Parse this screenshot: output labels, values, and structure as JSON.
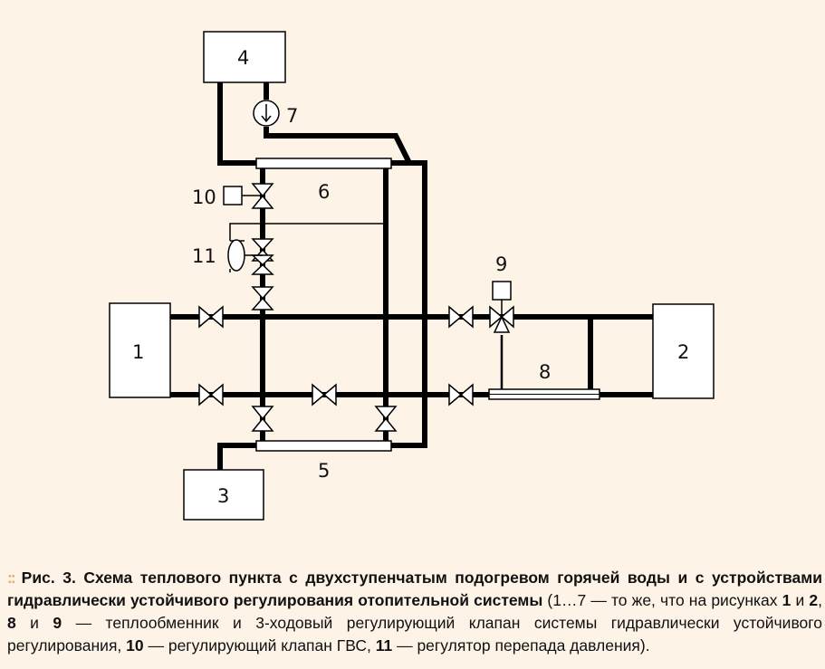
{
  "diagram": {
    "labels": {
      "n1": "1",
      "n2": "2",
      "n3": "3",
      "n4": "4",
      "n5": "5",
      "n6": "6",
      "n7": "7",
      "n8": "8",
      "n9": "9",
      "n10": "10",
      "n11": "11"
    }
  },
  "caption": {
    "marker": "::",
    "title": "Рис. 3. Схема теплового пункта с двухступенчатым подогревом горячей воды и с устройства­ми гидравлически устойчивого регулирования отопительной системы",
    "t1": " (1…7 — то же, что на ри­сунках ",
    "b1": "1",
    "t2": " и ",
    "b2": "2",
    "t3": ", ",
    "b3": "8",
    "t4": " и ",
    "b4": "9",
    "t5": " — теплообменник и 3-ходовый регулирующий клапан системы гидравлически устойчивого регулирования, ",
    "b5": "10",
    "t6": " — регулирующий клапан ГВС, ",
    "b6": "11",
    "t7": " — регулятор перепада давления)."
  }
}
